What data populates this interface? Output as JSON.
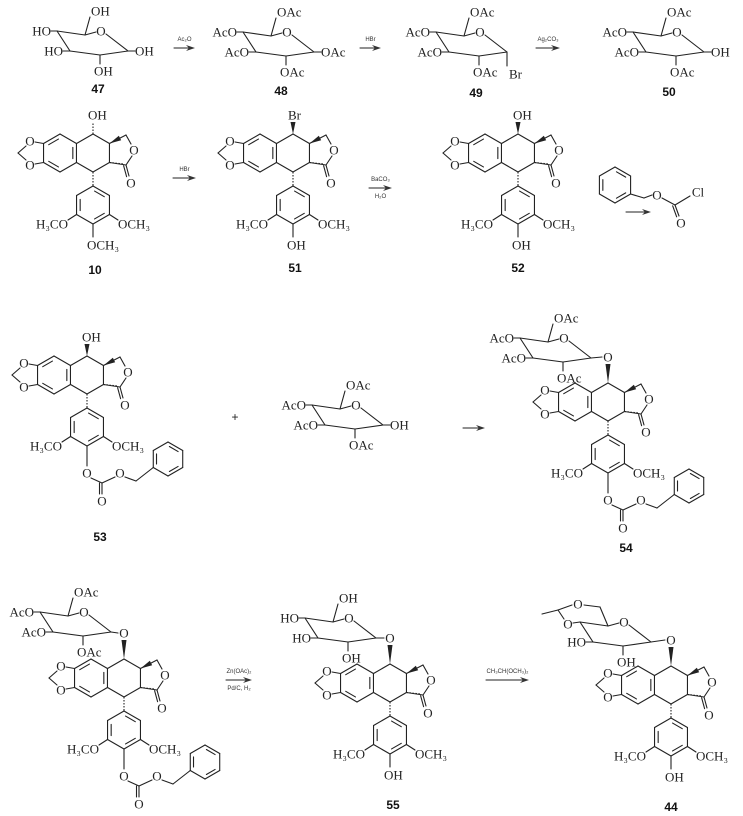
{
  "labels": {
    "c47": "47",
    "c48": "48",
    "c49": "49",
    "c50": "50",
    "c10": "10",
    "c51": "51",
    "c52": "52",
    "c53": "53",
    "c54": "54",
    "c55": "55",
    "c44": "44"
  },
  "reagents": {
    "ac2o": "Ac₂O",
    "hbr1": "HBr",
    "ag2co3": "Ag₂CO₃",
    "hbr2": "HBr",
    "baco3": "BaCO₃",
    "h2o": "H₂O",
    "znoac": "Zn(OAc)₂",
    "pdc": "Pd/C, H₂",
    "acetal": "CH₃CH(OCH₃)₂"
  },
  "atoms": {
    "OH": "OH",
    "HO": "HO",
    "OAc": "OAc",
    "AcO": "AcO",
    "O": "O",
    "Br": "Br",
    "Cl": "Cl",
    "H3CO": "H₃CO",
    "OCH3": "OCH₃"
  },
  "plus": "+"
}
